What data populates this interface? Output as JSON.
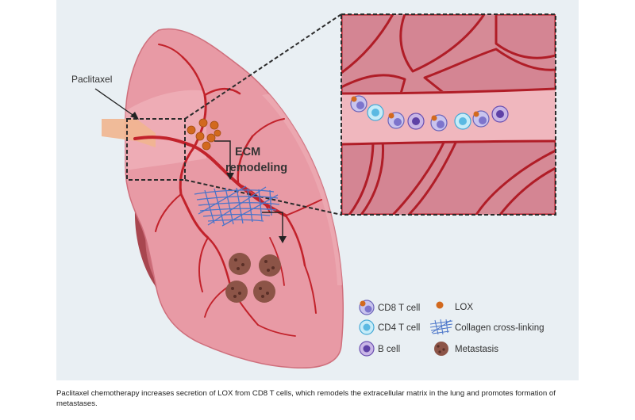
{
  "labels": {
    "paclitaxel": "Paclitaxel",
    "ecm_line1": "ECM",
    "ecm_line2": "remodeling"
  },
  "legend": {
    "cd8": "CD8 T cell",
    "cd4": "CD4 T cell",
    "bcell": "B cell",
    "lox": "LOX",
    "collagen": "Collagen cross-linking",
    "metastasis": "Metastasis"
  },
  "caption": "Paclitaxel chemotherapy increases secretion of LOX from CD8 T cells, which remodels the extracellular matrix in the lung and promotes formation of metastases.",
  "colors": {
    "panel": "#e9eff3",
    "lung": "#e89aa5",
    "vessel": "#c2222b",
    "lox": "#d2691e",
    "collagen": "#4a74c9",
    "metastasis": "#8c5447"
  }
}
